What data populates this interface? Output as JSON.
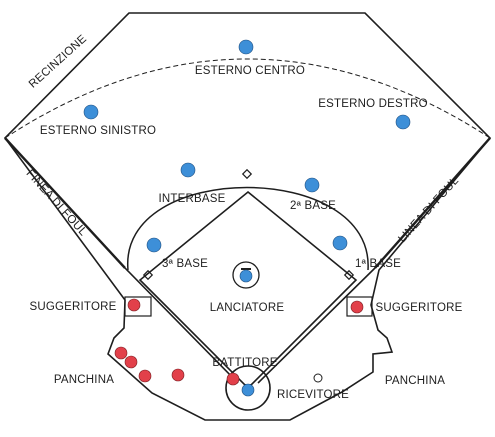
{
  "colors": {
    "ink": "#1e1e1e",
    "fielder": "#3d8fd8",
    "reserve": "#e2404a",
    "paper": "#ffffff"
  },
  "labels": {
    "fence": "RECINZIONE",
    "center_field": "ESTERNO CENTRO",
    "left_field": "ESTERNO SINISTRO",
    "right_field": "ESTERNO DESTRO",
    "foul_line_left": "FINEA DI FOUL",
    "foul_line_right": "LINEA DI FOUL",
    "shortstop": "INTERBASE",
    "second_base": "2ª BASE",
    "third_base": "3ª BASE",
    "first_base": "1ª BASE",
    "pitcher": "LANCIATORE",
    "coach_left": "SUGGERITORE",
    "coach_right": "SUGGERITORE",
    "bench_left": "PANCHINA",
    "bench_right": "PANCHINA",
    "batter": "BATTITORE",
    "catcher": "RICEVITORE"
  }
}
